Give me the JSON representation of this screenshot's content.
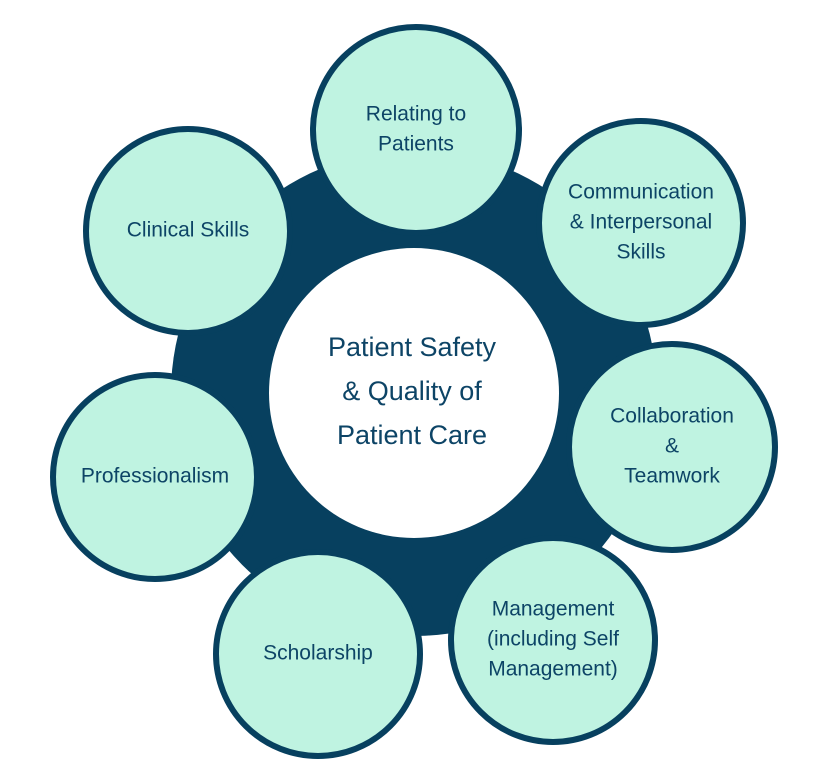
{
  "colors": {
    "ring": "#07405f",
    "node_fill": "#bff3e1",
    "node_stroke": "#07405f",
    "center_fill": "#ffffff",
    "text": "#0d4466"
  },
  "center": {
    "lines": [
      "Patient Safety",
      "& Quality of",
      "Patient Care"
    ]
  },
  "nodes": [
    {
      "id": "relating-to-patients",
      "lines": [
        "Relating to",
        "Patients"
      ]
    },
    {
      "id": "communication-interpersonal-skills",
      "lines": [
        "Communication",
        "& Interpersonal",
        "Skills"
      ]
    },
    {
      "id": "collaboration-teamwork",
      "lines": [
        "Collaboration",
        "&",
        "Teamwork"
      ]
    },
    {
      "id": "management",
      "lines": [
        "Management",
        "(including Self",
        "Management)"
      ]
    },
    {
      "id": "scholarship",
      "lines": [
        "Scholarship"
      ]
    },
    {
      "id": "professionalism",
      "lines": [
        "Professionalism"
      ]
    },
    {
      "id": "clinical-skills",
      "lines": [
        "Clinical Skills"
      ]
    }
  ]
}
